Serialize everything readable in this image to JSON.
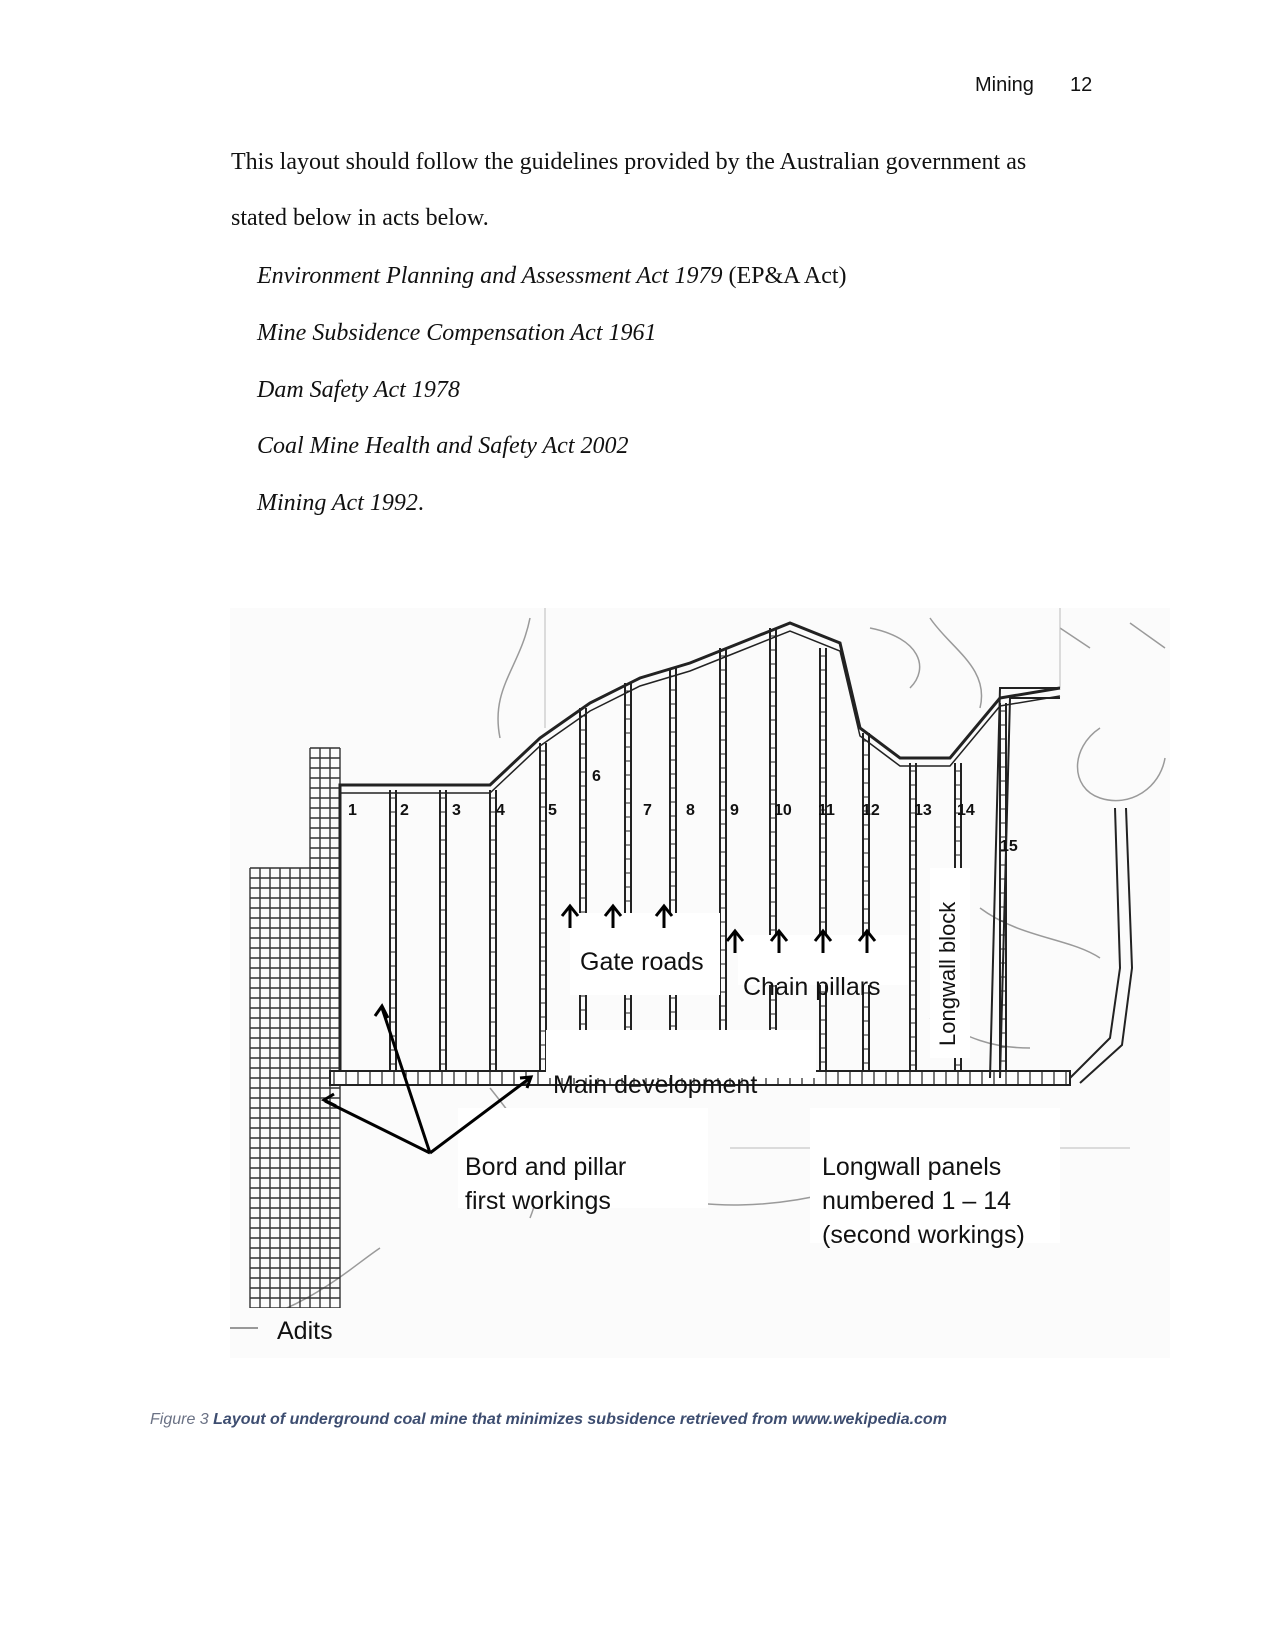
{
  "header": {
    "title": "Mining",
    "page": "12"
  },
  "paragraph": {
    "line1": "This layout should follow the guidelines provided by the Australian government as",
    "line2": "stated below in acts below."
  },
  "acts": [
    {
      "name": "Environment Planning and Assessment Act 1979",
      "suffix": " (EP&A Act)"
    },
    {
      "name": "Mine Subsidence Compensation Act 1961",
      "suffix": ""
    },
    {
      "name": "Dam Safety Act 1978",
      "suffix": ""
    },
    {
      "name": "Coal Mine Health and Safety Act 2002",
      "suffix": ""
    },
    {
      "name": "Mining Act 1992",
      "suffix": "."
    }
  ],
  "figure": {
    "panel_numbers": [
      "1",
      "2",
      "3",
      "4",
      "5",
      "6",
      "7",
      "8",
      "9",
      "10",
      "11",
      "12",
      "13",
      "14",
      "15"
    ],
    "labels": {
      "gate_roads": "Gate roads",
      "chain_pillars": "Chain pillars",
      "longwall_block": "Longwall block",
      "main_development": "Main development",
      "bord_pillar_1": "Bord  and pillar",
      "bord_pillar_2": "first workings",
      "longwall_panels_1": "Longwall panels",
      "longwall_panels_2": "numbered 1 – 14",
      "longwall_panels_3": "(second workings)",
      "adits": "Adits"
    }
  },
  "caption": {
    "number": "Figure 3",
    "text": "Layout of underground coal mine that minimizes subsidence retrieved from www.wekipedia.com"
  }
}
